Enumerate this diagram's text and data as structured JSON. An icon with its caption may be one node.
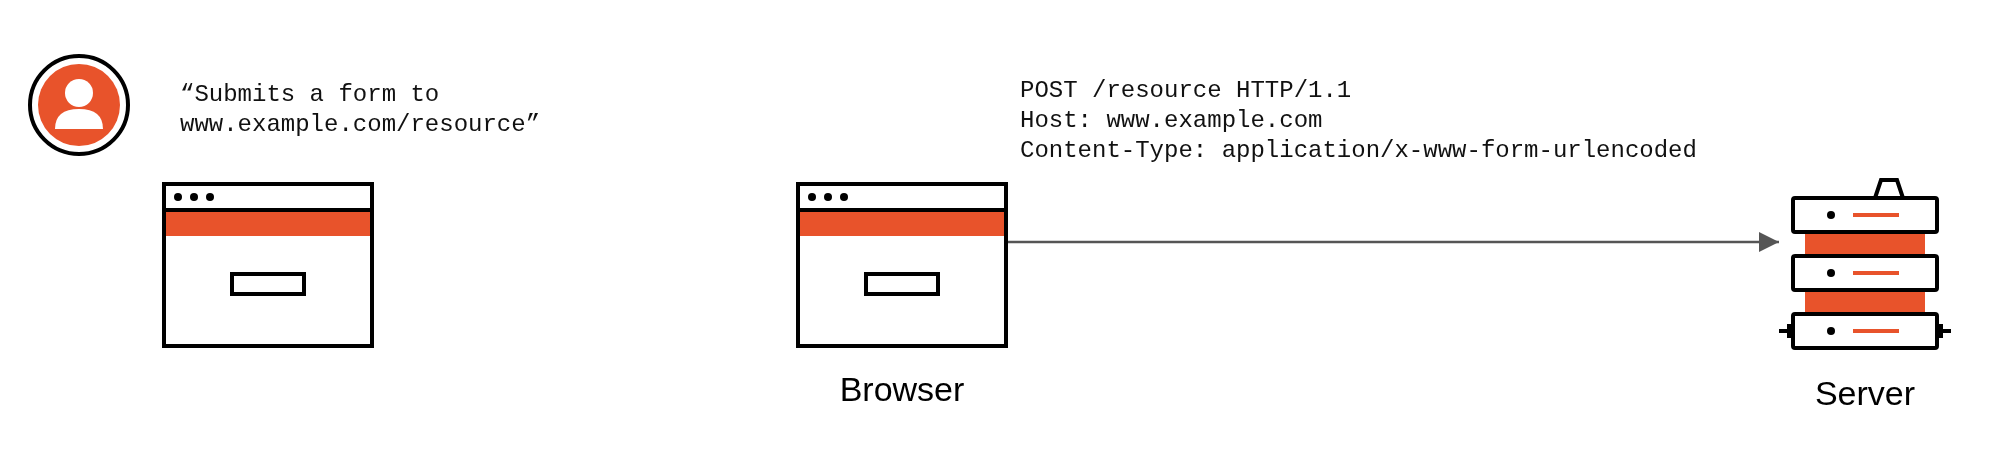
{
  "diagram": {
    "nodes": [
      {
        "text": [],
        "shape": "box"
      },
      {
        "text": [
          "Browser"
        ]
      },
      {
        "text": [
          "Server"
        ]
      }
    ],
    "edges": [
      {
        "from": 1,
        "to": 2,
        "arrow": "to"
      }
    ],
    "labels": [
      "“Submits a form to www.example.com/resource”",
      "POST /resource HTTP/1.1",
      "Host: www.example.com",
      "Content-Type: application/x-www-form-urlencoded"
    ]
  }
}
